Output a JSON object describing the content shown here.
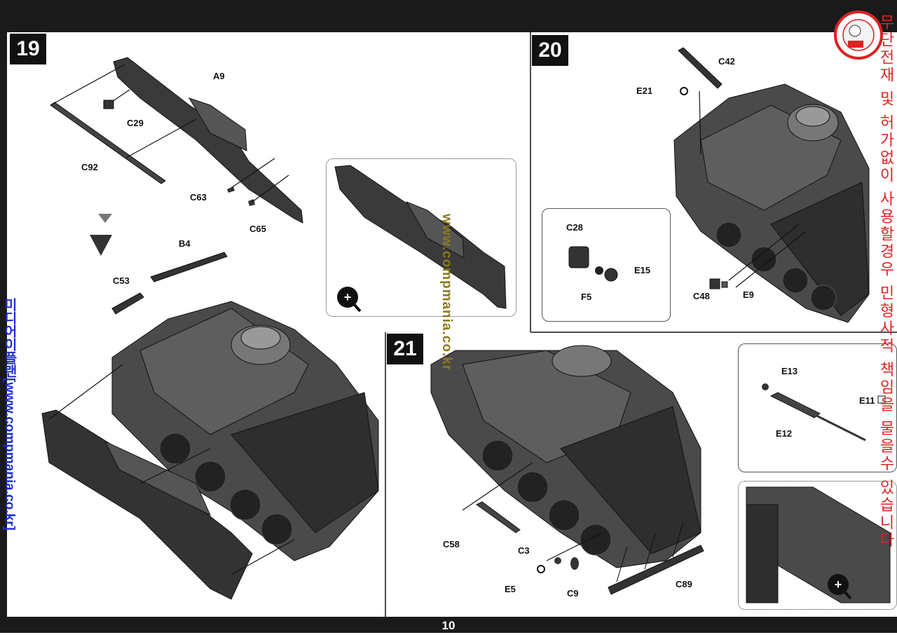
{
  "page_number": "10",
  "steps": [
    {
      "number": "19",
      "labels": [
        "A9",
        "C29",
        "C92",
        "C63",
        "C65",
        "B4",
        "C53"
      ]
    },
    {
      "number": "20",
      "labels": [
        "C42",
        "E21",
        "C28",
        "E15",
        "F5",
        "C48",
        "E9"
      ]
    },
    {
      "number": "21",
      "labels": [
        "E13",
        "E11",
        "E12",
        "C58",
        "C3",
        "E5",
        "C9",
        "C89"
      ]
    }
  ],
  "watermark_center": "www.compmania.co.kr",
  "watermark_left": "미디어이플랜[www.compmania.co.kr]",
  "watermark_right": "무단전재 및 허가없이 사용할경우 민형사적 책임을 물을수 있습니다",
  "colors": {
    "bar": "#1a1a1a",
    "part": "#3a3a3a",
    "watermark_center": "#8a7a1e",
    "watermark_left": "#1d2bd6",
    "watermark_right": "#e02424"
  }
}
